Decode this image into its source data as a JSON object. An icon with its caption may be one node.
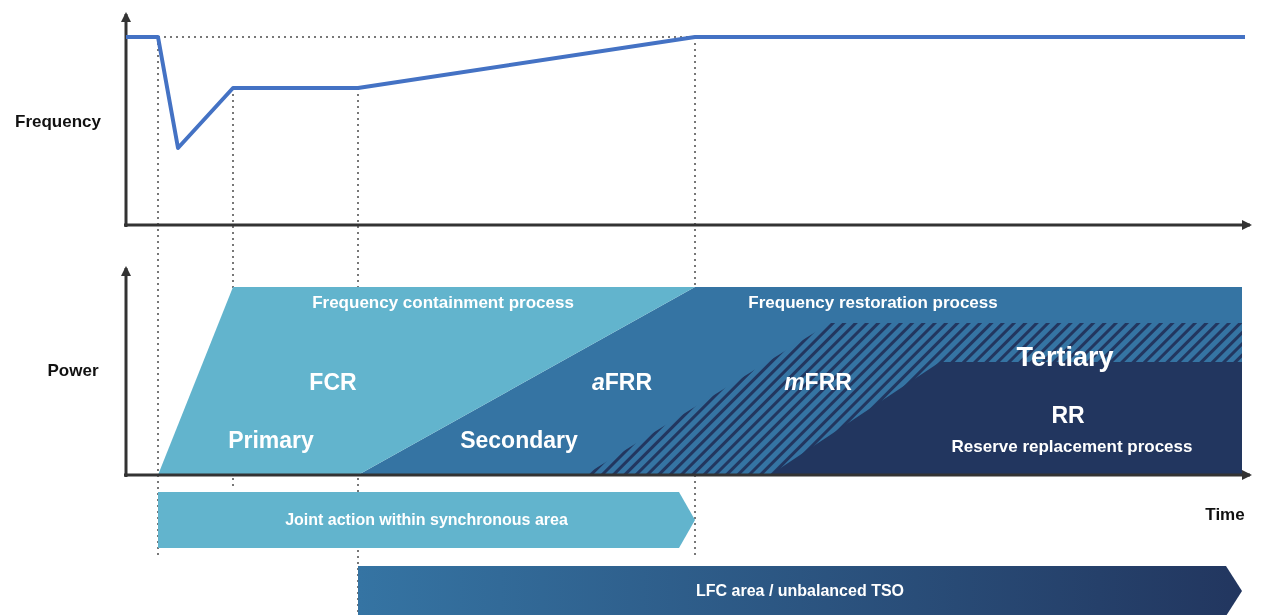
{
  "diagram": {
    "nodes": [
      {
        "text": [
          "Joint action within  synchronous area"
        ]
      },
      {
        "text": [
          "LFC area / unbalanced TSO"
        ]
      }
    ],
    "labels": [
      "Frequency",
      "Power",
      "Frequency containment process",
      "Frequency restoration process",
      "FCR",
      "aFRR",
      "mFRR",
      "Tertiary",
      "Primary",
      "Secondary",
      "RR",
      "Reserve replacement process",
      "Time"
    ]
  }
}
